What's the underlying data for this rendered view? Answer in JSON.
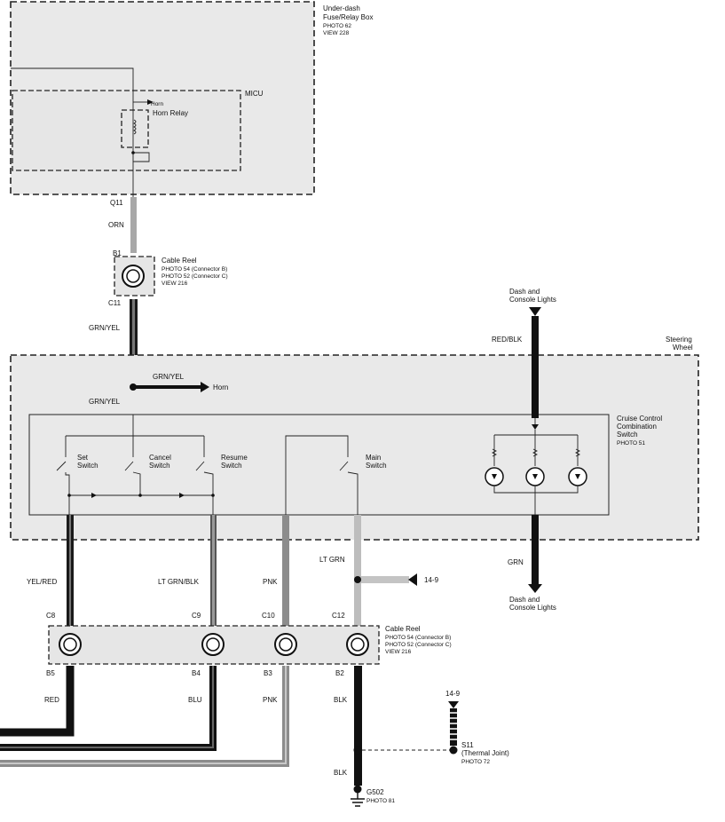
{
  "labels": {
    "underdash_title1": "Under-dash",
    "underdash_title2": "Fuse/Relay Box",
    "underdash_photo": "PHOTO 62",
    "underdash_view": "VIEW 228",
    "micu": "MICU",
    "horn_top": "Horn",
    "horn_relay": "Horn Relay",
    "q11": "Q11",
    "orn": "ORN",
    "b1": "B1",
    "cable_reel_1": "Cable Reel",
    "cable_reel_1_photo_b": "PHOTO 54 (Connector B)",
    "cable_reel_1_photo_c": "PHOTO 52 (Connector C)",
    "cable_reel_1_view": "VIEW 216",
    "c11": "C11",
    "grn_yel_1": "GRN/YEL",
    "grn_yel_2": "GRN/YEL",
    "grn_yel_3": "GRN/YEL",
    "horn_mid": "Horn",
    "dash_lights_top_1": "Dash and",
    "dash_lights_top_2": "Console Lights",
    "red_blk": "RED/BLK",
    "steering_wheel_1": "Steering",
    "steering_wheel_2": "Wheel",
    "cruise_1": "Cruise Control",
    "cruise_2": "Combination",
    "cruise_3": "Switch",
    "cruise_photo": "PHOTO 51",
    "set_1": "Set",
    "set_2": "Switch",
    "cancel_1": "Cancel",
    "cancel_2": "Switch",
    "resume_1": "Resume",
    "resume_2": "Switch",
    "main_1": "Main",
    "main_2": "Switch",
    "yel_red": "YEL/RED",
    "lt_grn_blk": "LT GRN/BLK",
    "pnk_1": "PNK",
    "lt_grn": "LT GRN",
    "ref_14_9_a": "14-9",
    "grn": "GRN",
    "dash_lights_bot_1": "Dash and",
    "dash_lights_bot_2": "Console Lights",
    "c8": "C8",
    "c9": "C9",
    "c10": "C10",
    "c12": "C12",
    "cable_reel_2": "Cable Reel",
    "cable_reel_2_photo_b": "PHOTO 54 (Connector B)",
    "cable_reel_2_photo_c": "PHOTO 52 (Connector C)",
    "cable_reel_2_view": "VIEW 216",
    "b5": "B5",
    "b4": "B4",
    "b3": "B3",
    "b2": "B2",
    "red": "RED",
    "blu": "BLU",
    "pnk_2": "PNK",
    "blk_1": "BLK",
    "ref_14_9_b": "14-9",
    "s11": "S11",
    "thermal_joint": "(Thermal Joint)",
    "s11_photo": "PHOTO 72",
    "blk_2": "BLK",
    "g502": "G502",
    "g502_photo": "PHOTO 81"
  },
  "colors": {
    "box_fill": "#e9e9e9",
    "wire_black": "#111111",
    "wire_gray": "#8c8c8c",
    "wire_light": "#b8b8b8"
  }
}
